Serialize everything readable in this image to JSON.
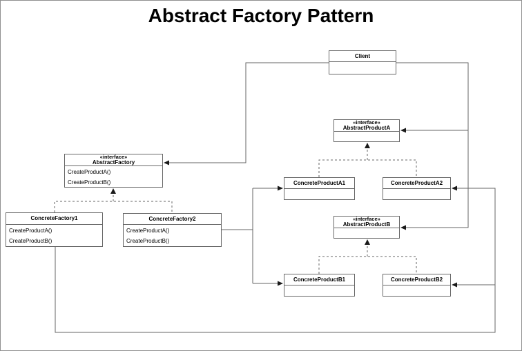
{
  "diagram": {
    "title": "Abstract Factory Pattern"
  },
  "colors": {
    "stroke": "#666666",
    "arrowhead": "#1a1a1a",
    "background": "#ffffff",
    "page_border": "#8f8f8f",
    "text": "#000000"
  },
  "nodes": {
    "client": {
      "title": "Client"
    },
    "abstract_factory": {
      "stereotype": "«interface»",
      "title": "AbstractFactory",
      "methods": [
        "CreateProductA()",
        "CreateProductB()"
      ]
    },
    "concrete_factory1": {
      "title": "ConcreteFactory1",
      "methods": [
        "CreateProductA()",
        "CreateProductB()"
      ]
    },
    "concrete_factory2": {
      "title": "ConcreteFactory2",
      "methods": [
        "CreateProductA()",
        "CreateProductB()"
      ]
    },
    "abstract_product_a": {
      "stereotype": "«interface»",
      "title": "AbstractProductA"
    },
    "concrete_product_a1": {
      "title": "ConcreteProductA1"
    },
    "concrete_product_a2": {
      "title": "ConcreteProductA2"
    },
    "abstract_product_b": {
      "stereotype": "«interface»",
      "title": "AbstractProductB"
    },
    "concrete_product_b1": {
      "title": "ConcreteProductB1"
    },
    "concrete_product_b2": {
      "title": "ConcreteProductB2"
    }
  }
}
